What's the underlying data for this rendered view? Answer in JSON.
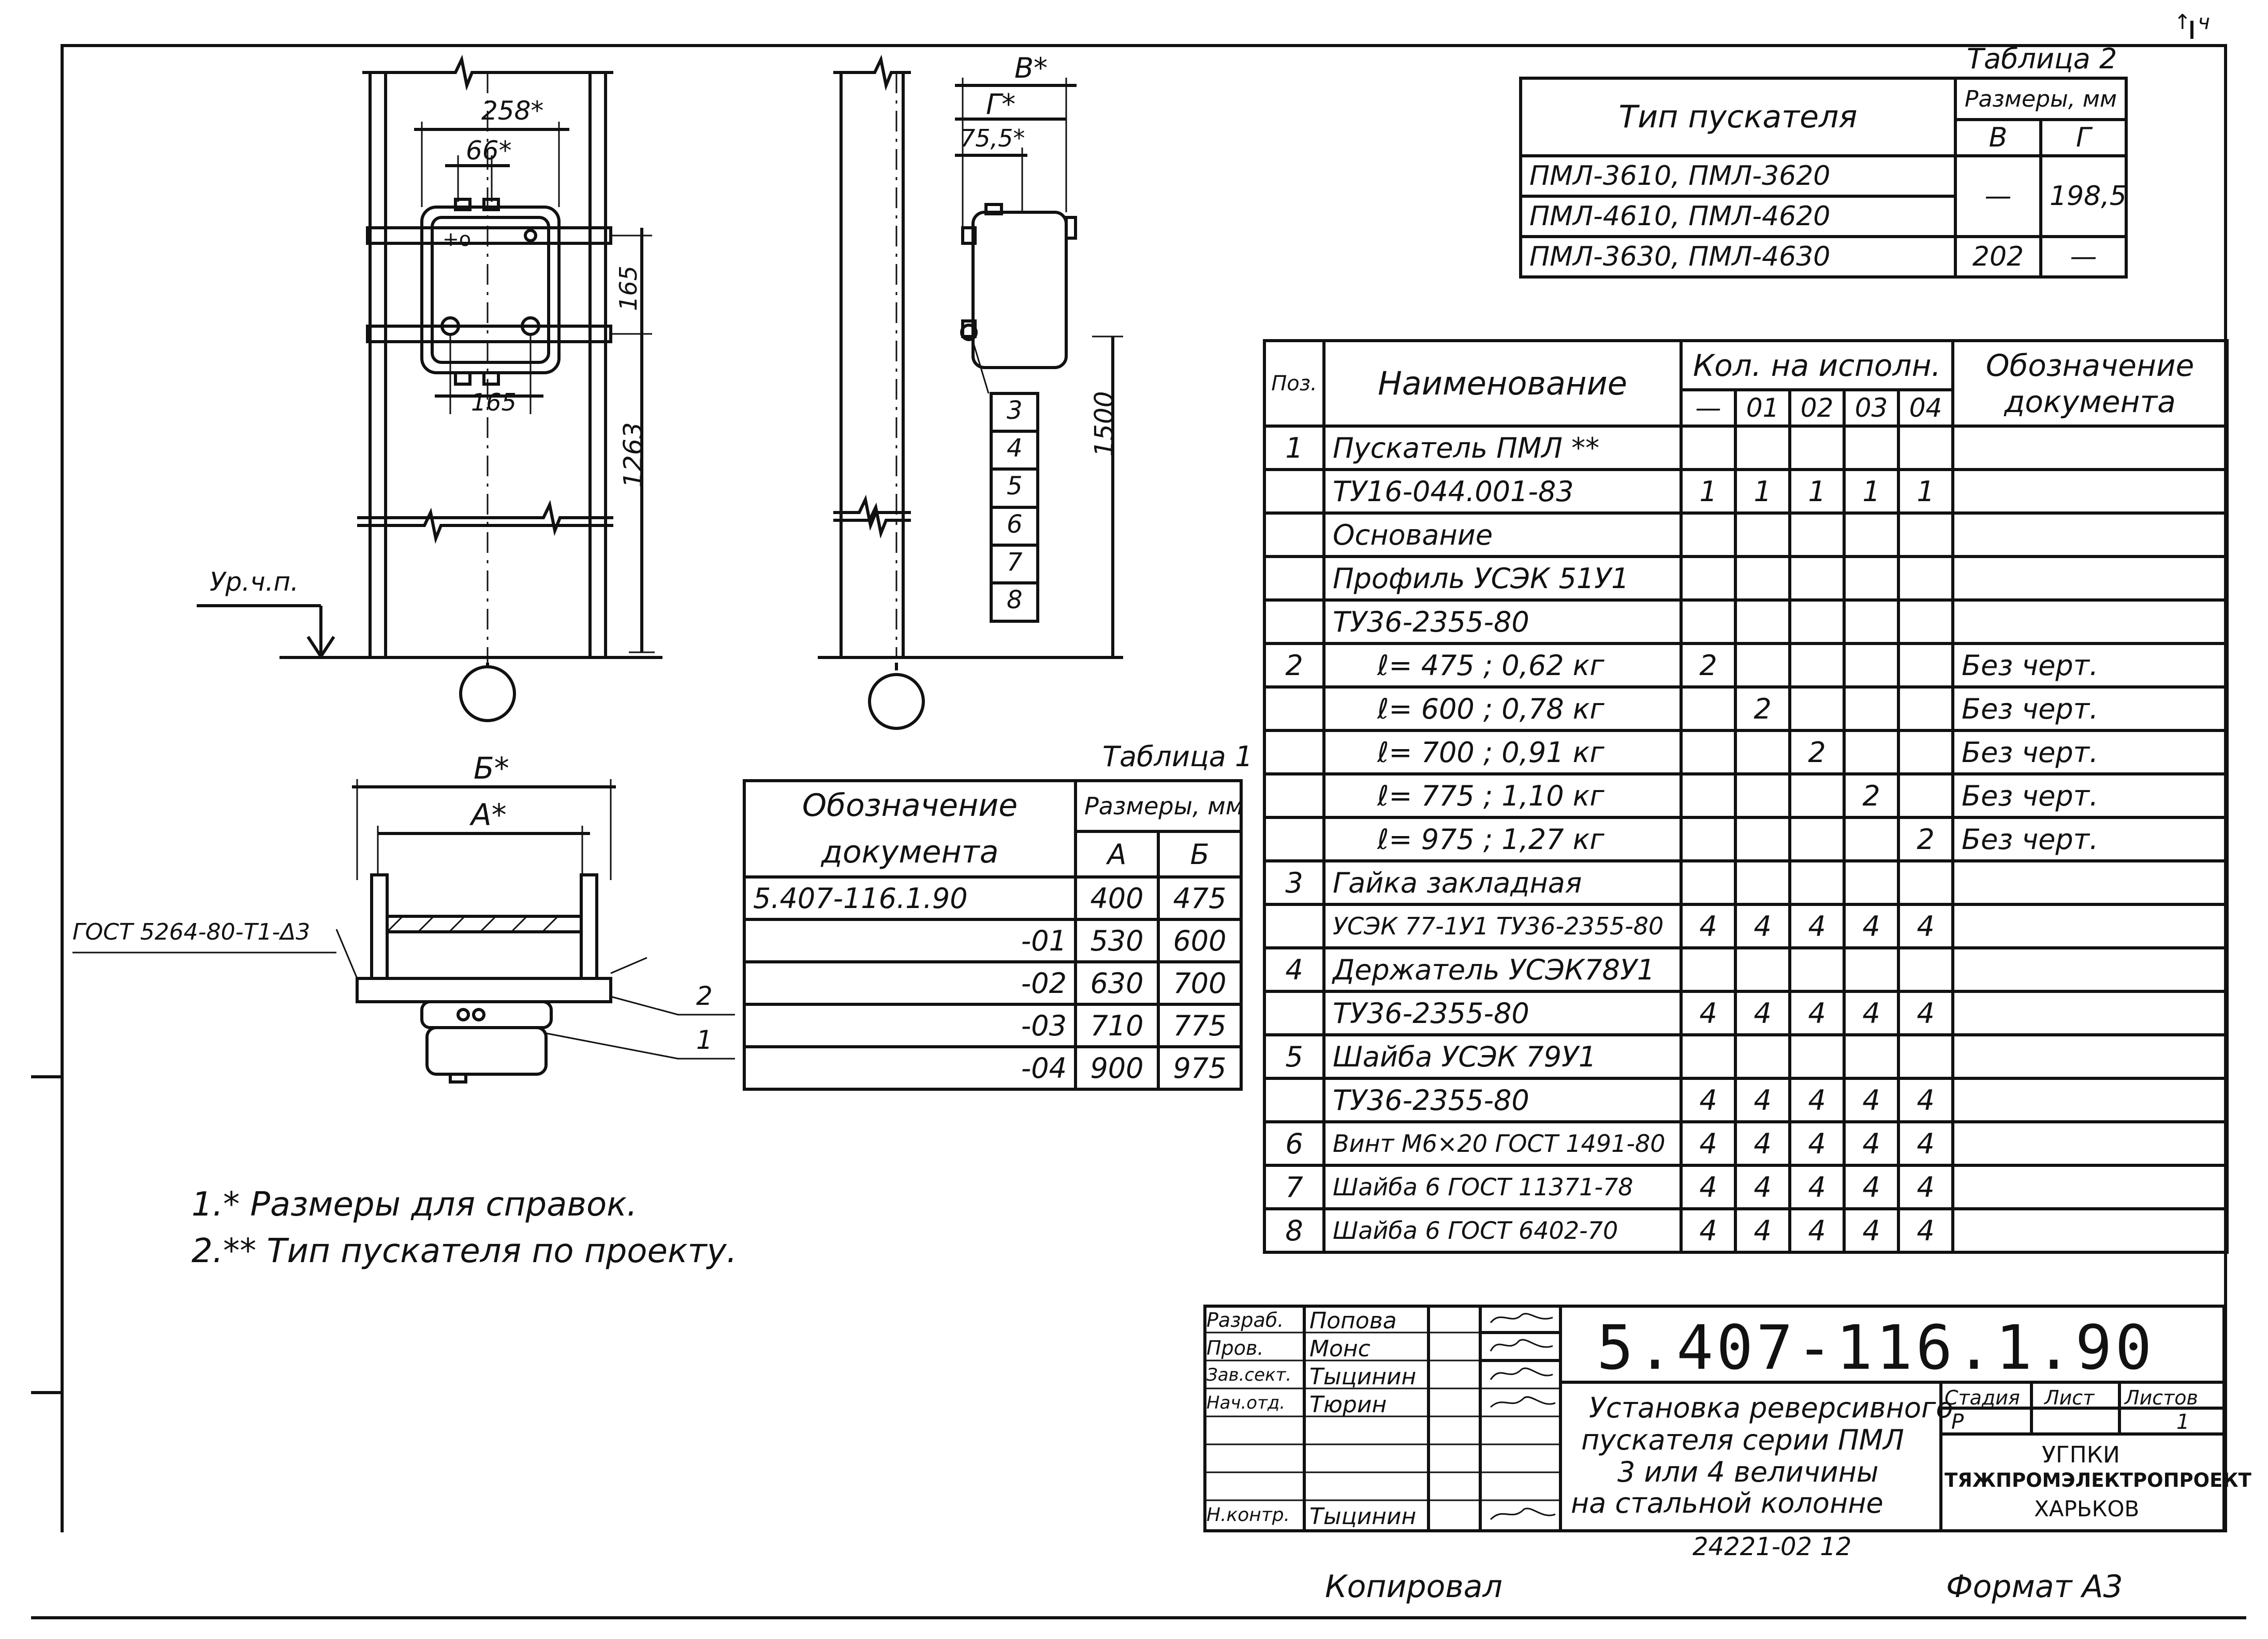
{
  "corner_mark": "↑ ч",
  "dims": {
    "d258": "258*",
    "d66": "66*",
    "d165v": "165",
    "d165h": "165",
    "d1263": "1263",
    "d1500": "1500",
    "dB": "В*",
    "dG": "Г*",
    "d755": "75,5*",
    "dBig": "Б*",
    "dA": "А*",
    "plus_mark": "+о",
    "level": "Ур.ч.п.",
    "gost_weld": "ГОСТ 5264-80-Т1-Δ3",
    "callout_2": "2",
    "callout_1": "1",
    "pos_numbers": [
      "3",
      "4",
      "5",
      "6",
      "7",
      "8"
    ]
  },
  "table2": {
    "caption": "Таблица 2",
    "col_type": "Тип пускателя",
    "col_dims": "Размеры, мм",
    "col_B": "В",
    "col_G": "Г",
    "rows": [
      {
        "type": "ПМЛ-3610, ПМЛ-3620"
      },
      {
        "type": "ПМЛ-4610, ПМЛ-4620"
      },
      {
        "type": "ПМЛ-3630, ПМЛ-4630",
        "B": "202",
        "G": "—"
      }
    ],
    "merged_B": "—",
    "merged_G": "198,5"
  },
  "table1": {
    "caption": "Таблица 1",
    "col_doc": "Обозначение документа",
    "col_dims": "Размеры, мм",
    "col_A": "А",
    "col_B": "Б",
    "rows": [
      {
        "doc": "5.407-116.1.90",
        "A": "400",
        "B": "475"
      },
      {
        "doc": "-01",
        "A": "530",
        "B": "600"
      },
      {
        "doc": "-02",
        "A": "630",
        "B": "700"
      },
      {
        "doc": "-03",
        "A": "710",
        "B": "775"
      },
      {
        "doc": "-04",
        "A": "900",
        "B": "975"
      }
    ]
  },
  "spec": {
    "h_pos": "Поз.",
    "h_name": "Наименование",
    "h_qty": "Кол. на исполн.",
    "h_doc": "Обозначение документа",
    "variants": [
      "—",
      "01",
      "02",
      "03",
      "04"
    ],
    "rows": [
      {
        "pos": "1",
        "name": "Пускатель ПМЛ **",
        "q": [
          "",
          "",
          "",
          "",
          ""
        ],
        "doc": ""
      },
      {
        "pos": "",
        "name": "ТУ16-044.001-83",
        "q": [
          "1",
          "1",
          "1",
          "1",
          "1"
        ],
        "doc": ""
      },
      {
        "pos": "",
        "name": "Основание",
        "q": [
          "",
          "",
          "",
          "",
          ""
        ],
        "doc": ""
      },
      {
        "pos": "",
        "name": "Профиль УСЭК 51У1",
        "q": [
          "",
          "",
          "",
          "",
          ""
        ],
        "doc": ""
      },
      {
        "pos": "",
        "name": "ТУ36-2355-80",
        "q": [
          "",
          "",
          "",
          "",
          ""
        ],
        "doc": ""
      },
      {
        "pos": "2",
        "name": "ℓ= 475   ; 0,62 кг",
        "q": [
          "2",
          "",
          "",
          "",
          ""
        ],
        "doc": "Без черт."
      },
      {
        "pos": "",
        "name": "ℓ= 600   ; 0,78 кг",
        "q": [
          "",
          "2",
          "",
          "",
          ""
        ],
        "doc": "Без черт."
      },
      {
        "pos": "",
        "name": "ℓ= 700   ; 0,91 кг",
        "q": [
          "",
          "",
          "2",
          "",
          ""
        ],
        "doc": "Без черт."
      },
      {
        "pos": "",
        "name": "ℓ= 775   ; 1,10 кг",
        "q": [
          "",
          "",
          "",
          "2",
          ""
        ],
        "doc": "Без черт."
      },
      {
        "pos": "",
        "name": "ℓ= 975   ; 1,27 кг",
        "q": [
          "",
          "",
          "",
          "",
          "2"
        ],
        "doc": "Без черт."
      },
      {
        "pos": "3",
        "name": "Гайка закладная",
        "q": [
          "",
          "",
          "",
          "",
          ""
        ],
        "doc": ""
      },
      {
        "pos": "",
        "name": "УСЭК 77-1У1 ТУ36-2355-80",
        "q": [
          "4",
          "4",
          "4",
          "4",
          "4"
        ],
        "doc": ""
      },
      {
        "pos": "4",
        "name": "Держатель УСЭК78У1",
        "q": [
          "",
          "",
          "",
          "",
          ""
        ],
        "doc": ""
      },
      {
        "pos": "",
        "name": "ТУ36-2355-80",
        "q": [
          "4",
          "4",
          "4",
          "4",
          "4"
        ],
        "doc": ""
      },
      {
        "pos": "5",
        "name": "Шайба УСЭК 79У1",
        "q": [
          "",
          "",
          "",
          "",
          ""
        ],
        "doc": ""
      },
      {
        "pos": "",
        "name": "ТУ36-2355-80",
        "q": [
          "4",
          "4",
          "4",
          "4",
          "4"
        ],
        "doc": ""
      },
      {
        "pos": "6",
        "name": "Винт М6×20 ГОСТ 1491-80",
        "q": [
          "4",
          "4",
          "4",
          "4",
          "4"
        ],
        "doc": ""
      },
      {
        "pos": "7",
        "name": "Шайба 6  ГОСТ 11371-78",
        "q": [
          "4",
          "4",
          "4",
          "4",
          "4"
        ],
        "doc": ""
      },
      {
        "pos": "8",
        "name": "Шайба 6  ГОСТ 6402-70",
        "q": [
          "4",
          "4",
          "4",
          "4",
          "4"
        ],
        "doc": ""
      }
    ]
  },
  "notes": [
    "1.* Размеры для справок.",
    "2.** Тип пускателя по проекту."
  ],
  "title_block": {
    "doc_code": "5.407-116.1.90",
    "title_lines": [
      "Установка реверсивного",
      "пускателя серии ПМЛ",
      "3 или 4 величины",
      "на стальной колонне"
    ],
    "stage_h": "Стадия",
    "sheet_h": "Лист",
    "sheets_h": "Листов",
    "stage": "Р",
    "sheet": "",
    "sheets": "1",
    "org": [
      "УГПКИ",
      "ТЯЖПРОМЭЛЕКТРОПРОЕКТ",
      "ХАРЬКОВ"
    ],
    "roles": [
      {
        "role": "Разраб.",
        "name": "Попова"
      },
      {
        "role": "Пров.",
        "name": "Монс"
      },
      {
        "role": "Зав.сект.",
        "name": "Тыцинин"
      },
      {
        "role": "Нач.отд.",
        "name": "Тюрин"
      },
      {
        "role": "",
        "name": ""
      },
      {
        "role": "",
        "name": ""
      },
      {
        "role": "",
        "name": ""
      },
      {
        "role": "Н.контр.",
        "name": "Тыцинин"
      }
    ],
    "inv_number": "24221-02  12"
  },
  "footer": {
    "copied": "Копировал",
    "format": "Формат А3"
  }
}
